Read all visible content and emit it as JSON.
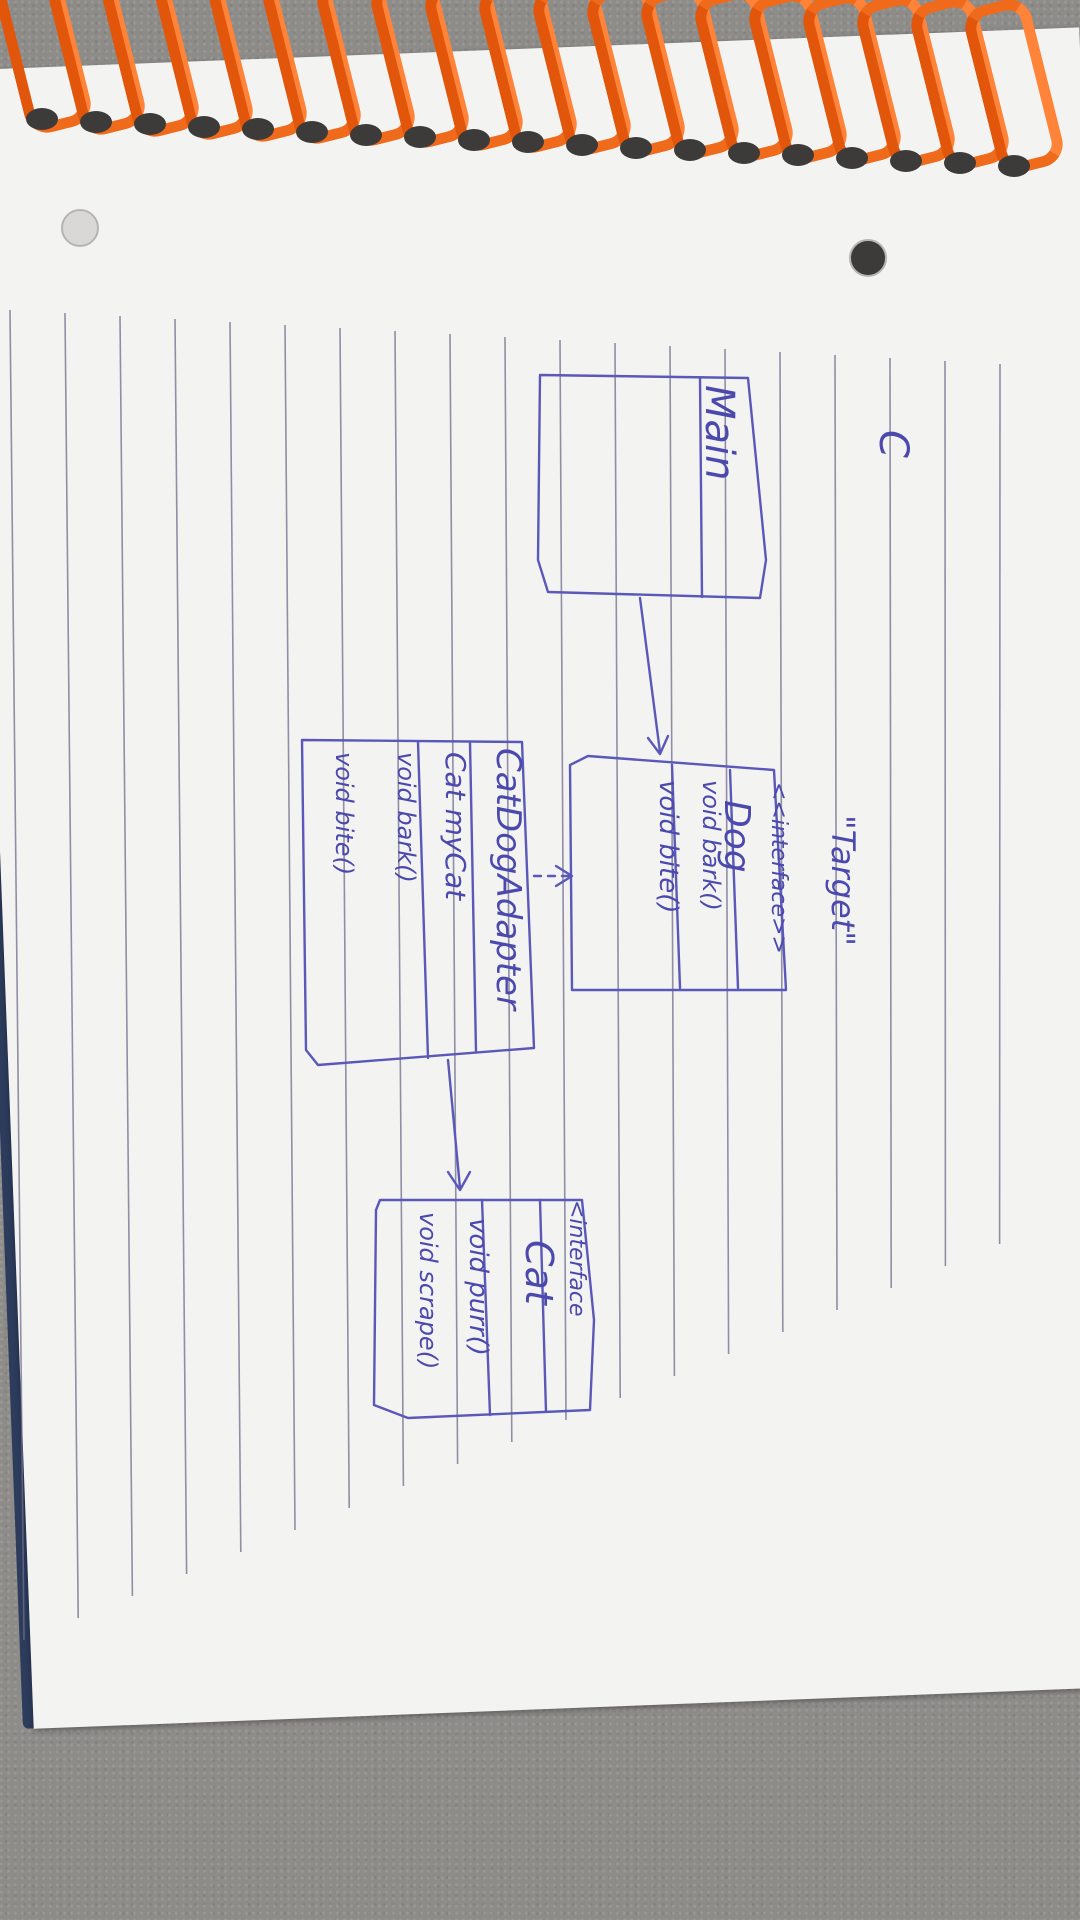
{
  "diagram": {
    "stereotype_label": "\"Target\"",
    "corner_mark": "C",
    "classes": [
      {
        "id": "main",
        "name": "Main",
        "stereotype": "",
        "members": []
      },
      {
        "id": "dog",
        "stereotype": "<<interface>>",
        "name": "Dog",
        "members": [
          "void bark()",
          "void bite()"
        ]
      },
      {
        "id": "catdogadapter",
        "stereotype": "",
        "name": "CatDogAdapter",
        "members": [
          "Cat myCat",
          "void bark()",
          "void bite()"
        ]
      },
      {
        "id": "cat",
        "stereotype": "<interface",
        "name": "Cat",
        "members": [
          "void purr()",
          "void scrape()"
        ]
      }
    ],
    "relations": [
      {
        "from": "main",
        "to": "dog",
        "type": "association"
      },
      {
        "from": "catdogadapter",
        "to": "dog",
        "type": "realization"
      },
      {
        "from": "catdogadapter",
        "to": "cat",
        "type": "association"
      }
    ],
    "colors": {
      "ink": "#5a58b8",
      "paper": "#f3f3f1",
      "coil": "#f06a1c",
      "cover": "#2d3c5c",
      "rule": "#6f6d8c"
    }
  }
}
